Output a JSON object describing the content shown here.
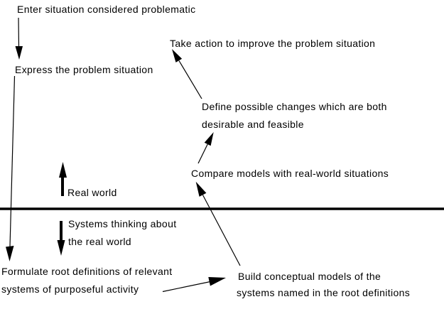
{
  "diagram": {
    "kind": "soft-systems-methodology-cycle",
    "colors": {
      "ink": "#000000",
      "background": "#ffffff"
    },
    "nodes": {
      "enter": "Enter situation considered problematic",
      "express": "Express the problem situation",
      "take_action": "Take action to improve the problem situation",
      "define_line1": "Define possible changes which are both",
      "define_line2": "desirable and feasible",
      "compare": "Compare models with real-world situations",
      "formulate_line1": "Formulate root definitions of relevant",
      "formulate_line2": "systems of purposeful activity",
      "build_line1": "Build conceptual models of the",
      "build_line2": "systems named in the root definitions"
    },
    "region_labels": {
      "real_world": "Real world",
      "systems_thinking_line1": "Systems thinking about",
      "systems_thinking_line2": "the real world"
    },
    "arrows": [
      {
        "from": "enter",
        "to": "express"
      },
      {
        "from": "express",
        "to": "formulate"
      },
      {
        "from": "formulate",
        "to": "build"
      },
      {
        "from": "build",
        "to": "compare"
      },
      {
        "from": "compare",
        "to": "define"
      },
      {
        "from": "define",
        "to": "take_action"
      },
      {
        "label": "real_world",
        "direction": "up"
      },
      {
        "label": "systems_thinking",
        "direction": "down"
      }
    ],
    "divider": {
      "orientation": "horizontal",
      "separates": [
        "Real world",
        "Systems thinking about the real world"
      ]
    }
  }
}
